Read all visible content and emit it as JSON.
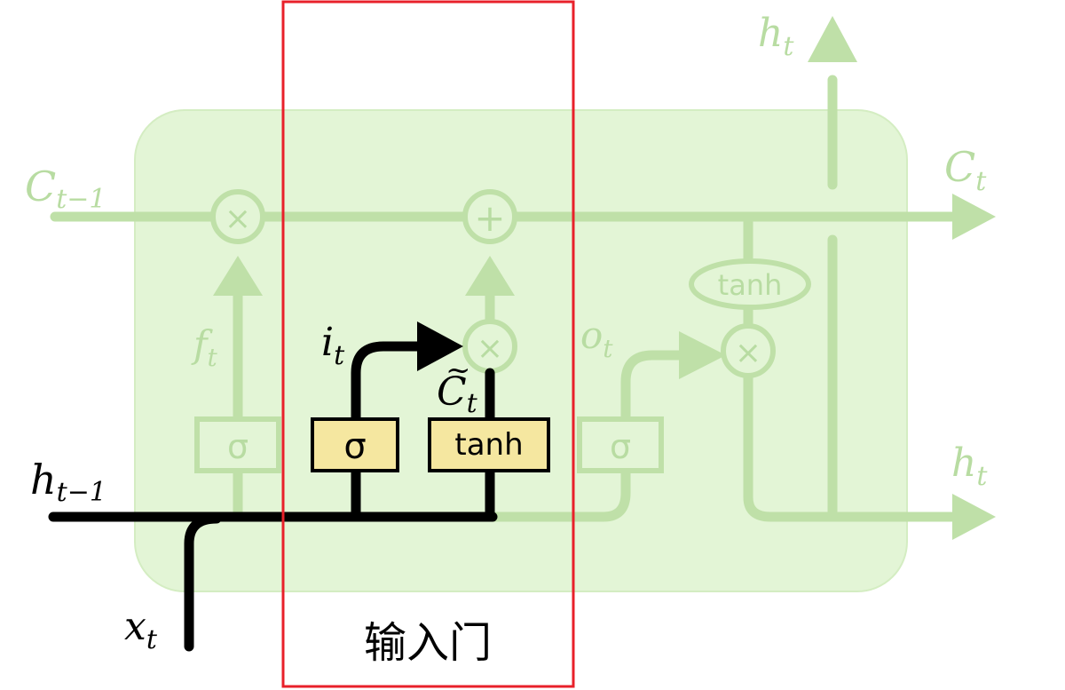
{
  "diagram": {
    "labels": {
      "c_prev_base": "C",
      "c_prev_sub": "t−1",
      "c_out_base": "C",
      "c_out_sub": "t",
      "h_top_base": "h",
      "h_top_sub": "t",
      "h_right_base": "h",
      "h_right_sub": "t",
      "h_prev_base": "h",
      "h_prev_sub": "t−1",
      "x_in_base": "x",
      "x_in_sub": "t",
      "f_gate_base": "f",
      "f_gate_sub": "t",
      "i_gate_base": "i",
      "i_gate_sub": "t",
      "o_gate_base": "o",
      "o_gate_sub": "t",
      "c_tilde_tilde": "~",
      "c_tilde_base": "C",
      "c_tilde_sub": "t"
    },
    "ops": {
      "multiply": "×",
      "add": "+",
      "tanh": "tanh",
      "sigma": "σ"
    },
    "highlight_caption": "输入门",
    "colors": {
      "cell_fill": "#e3f5d6",
      "faded": "#bfe0a8",
      "faded_text": "#b8dca2",
      "active": "#000000",
      "gate_fill": "#f5e7a0",
      "highlight": "#e8202a"
    }
  }
}
